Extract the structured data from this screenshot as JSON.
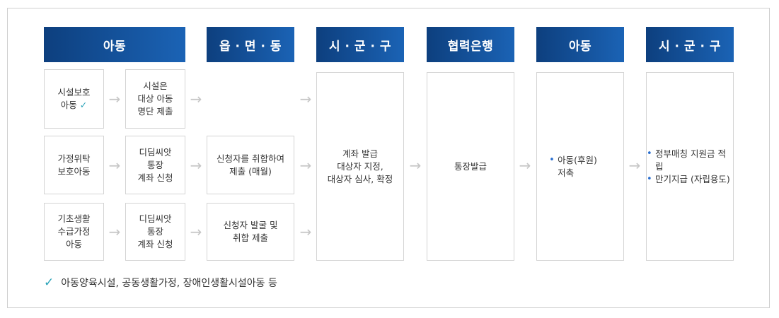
{
  "headers": {
    "child1": "아동",
    "town": "읍 · 면 · 동",
    "city1": "시 · 군 · 구",
    "bank": "협력은행",
    "child2": "아동",
    "city2": "시 · 군 · 구"
  },
  "row1": {
    "a": "시설보호\n아동",
    "b": "시설은\n대상 아동\n명단 제출"
  },
  "row2": {
    "a": "가정위탁\n보호아동",
    "b": "디딤씨앗\n통장\n계좌 신청",
    "c": "신청자를 취합하여\n제출 (매월)"
  },
  "row3": {
    "a": "기초생활\n수급가정\n아동",
    "b": "디딤씨앗\n통장\n계좌 신청",
    "c": "신청자 발굴 및\n취합 제출"
  },
  "city_box": "계좌 발급\n대상자 지정,\n대상자 심사, 확정",
  "bank_box": "통장발급",
  "child_box": [
    "아동(후원)\n저축"
  ],
  "city2_box": [
    "정부매칭 지원금 적립",
    "만기지급 (자립용도)"
  ],
  "check_mark": "✓",
  "note": "아동양육시설, 공동생활가정, 장애인생활시설아동 등",
  "arrow": "→",
  "colors": {
    "header_start": "#0d3f7e",
    "header_end": "#1b63b5",
    "check": "#2aa3b8",
    "bullet": "#2a6fd0"
  }
}
